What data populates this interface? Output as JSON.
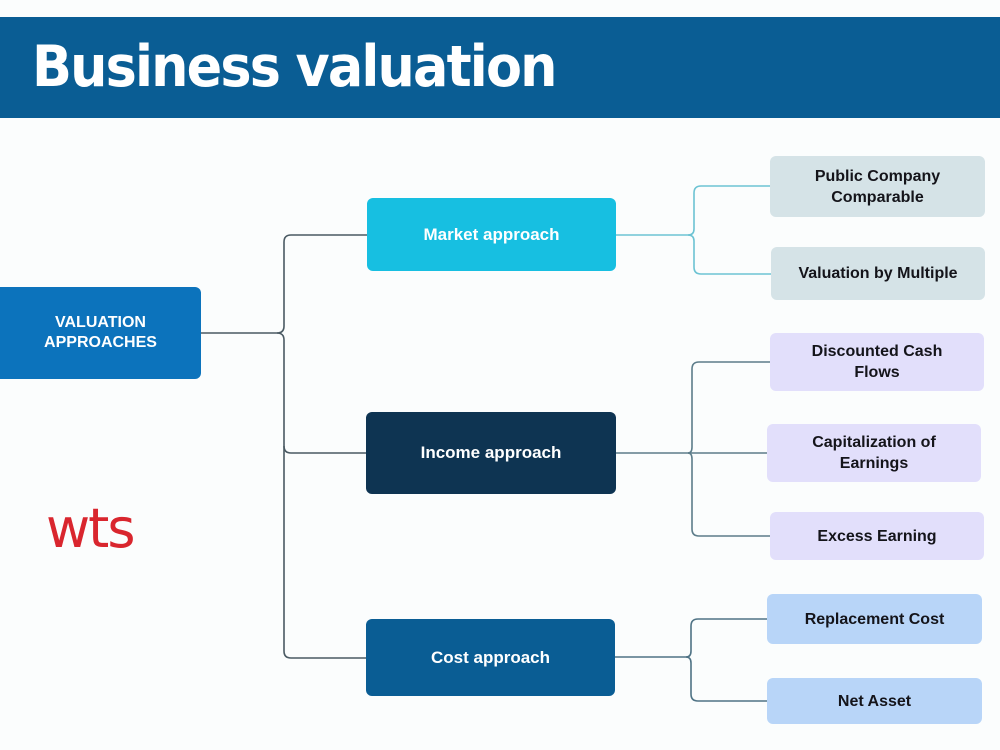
{
  "header": {
    "title": "Business valuation"
  },
  "root": {
    "label_line1": "VALUATION",
    "label_line2": "APPROACHES"
  },
  "approaches": [
    {
      "label": "Market approach",
      "color": "#17bfe1",
      "methods": [
        {
          "line1": "Public Company",
          "line2": "Comparable"
        },
        {
          "line1": "Valuation by Multiple",
          "line2": ""
        }
      ]
    },
    {
      "label": "Income approach",
      "color": "#0e3452",
      "methods": [
        {
          "line1": "Discounted Cash",
          "line2": "Flows"
        },
        {
          "line1": "Capitalization of",
          "line2": "Earnings"
        },
        {
          "line1": "Excess Earning",
          "line2": ""
        }
      ]
    },
    {
      "label": "Cost approach",
      "color": "#0a5d94",
      "methods": [
        {
          "line1": "Replacement Cost",
          "line2": ""
        },
        {
          "line1": "Net Asset",
          "line2": ""
        }
      ]
    }
  ],
  "logo": {
    "text": "wts",
    "color": "#d9262e"
  },
  "colors": {
    "header_bg": "#0a5d94",
    "root_bg": "#0c73bc",
    "connector_dark": "#4a5a63",
    "connector_market": "#6cc3d3",
    "connector_income": "#5d7d8a",
    "connector_cost": "#4f7385"
  }
}
